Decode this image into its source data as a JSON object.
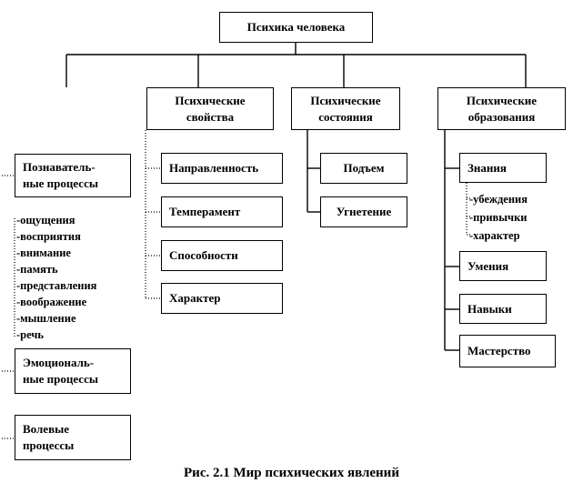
{
  "root": "Психика человека",
  "branches": {
    "properties": "Психические\nсвойства",
    "states": "Психические\nсостояния",
    "formations": "Психические\nобразования"
  },
  "processes": {
    "cognitive": "Познаватель-\nные процессы",
    "cognitive_items": [
      "-ощущения",
      "-восприятия",
      "-внимание",
      "-память",
      "-представления",
      "-воображение",
      "-мышление",
      "-речь"
    ],
    "emotional": "Эмоциональ-\nные процессы",
    "volitional": "Волевые\nпроцессы"
  },
  "properties_items": [
    "Направленность",
    "Темперамент",
    "Способности",
    "Характер"
  ],
  "states_items": [
    "Подъем",
    "Угнетение"
  ],
  "formations_items": {
    "knowledge": "Знания",
    "knowledge_sub": [
      "-убеждения",
      "-привычки",
      "-характер"
    ],
    "skills": "Умения",
    "habits": "Навыки",
    "mastery": "Мастерство"
  },
  "caption": "Рис. 2.1 Мир психических явлений"
}
